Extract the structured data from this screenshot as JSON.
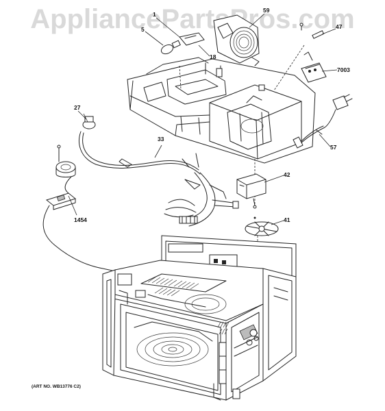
{
  "watermark": "AppliancePartsPros.com",
  "callouts": {
    "c59": "59",
    "c1": "1",
    "c5": "5",
    "c18": "18",
    "c47": "47",
    "c7003": "7003",
    "c27": "27",
    "c33": "33",
    "c57": "57",
    "c42": "42",
    "c41": "41",
    "c1454": "1454"
  },
  "art_number": "(ART NO. WB13776 C2)"
}
